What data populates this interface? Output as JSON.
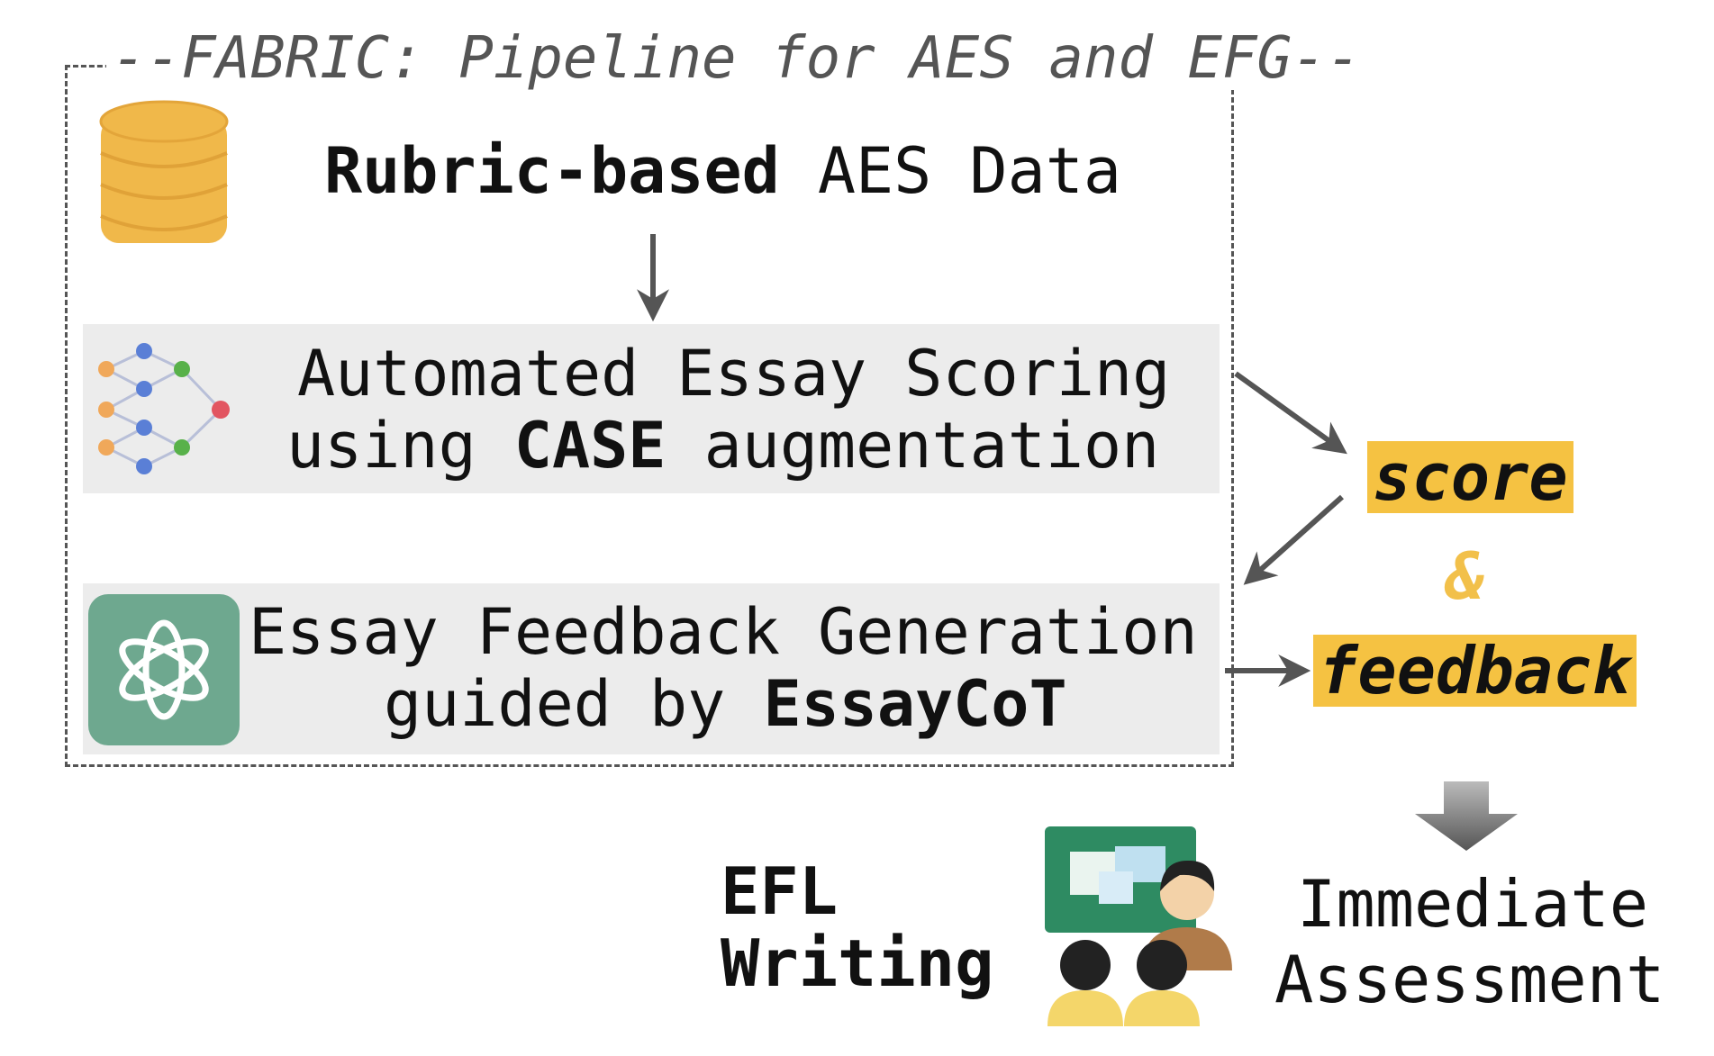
{
  "frame": {
    "title": "--FABRIC: Pipeline for AES and EFG--"
  },
  "data_source": {
    "bold": "Rubric-based",
    "rest": " AES Data",
    "icon": "database-icon"
  },
  "aes": {
    "line1": "Automated Essay Scoring",
    "line2_pre": "using ",
    "line2_bold": "CASE",
    "line2_post": " augmentation",
    "icon": "neural-network-icon"
  },
  "efg": {
    "line1": "Essay Feedback Generation",
    "line2_pre": "guided by ",
    "line2_bold": "EssayCoT",
    "icon": "openai-logo-icon"
  },
  "outputs": {
    "score": "score",
    "amp": "&",
    "feedback": "feedback"
  },
  "efl": {
    "line1": "EFL",
    "line2": "Writing",
    "icon": "classroom-teacher-icon"
  },
  "immediate": {
    "line1": "Immediate",
    "line2": "Assessment"
  },
  "colors": {
    "highlight": "#f5c242",
    "amp": "#f2c04a",
    "panel": "#ececec",
    "arrow": "#555555",
    "database": "#f0b84a",
    "openai_bg": "#6ea88f",
    "board": "#2e8b62"
  }
}
